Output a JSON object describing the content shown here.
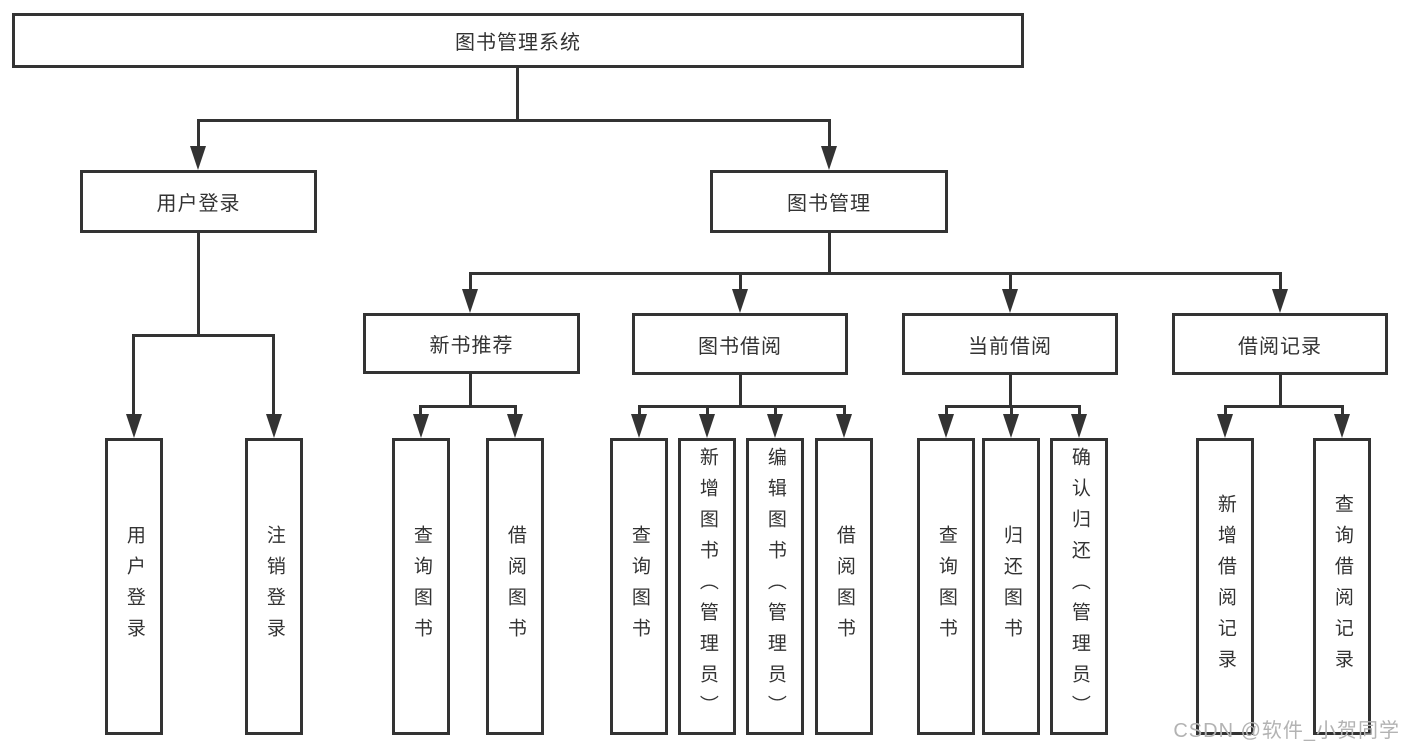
{
  "diagram": {
    "type": "hierarchy",
    "tree": {
      "root": {
        "label": "图书管理系统"
      },
      "branches": [
        {
          "label": "用户登录",
          "children": [
            "用户登录",
            "注销登录"
          ]
        },
        {
          "label": "图书管理",
          "groups": [
            {
              "label": "新书推荐",
              "children": [
                "查询图书",
                "借阅图书"
              ]
            },
            {
              "label": "图书借阅",
              "children": [
                "查询图书",
                "新增图书（管理员）",
                "编辑图书（管理员）",
                "借阅图书"
              ]
            },
            {
              "label": "当前借阅",
              "children": [
                "查询图书",
                "归还图书",
                "确认归还（管理员）"
              ]
            },
            {
              "label": "借阅记录",
              "children": [
                "新增借阅记录",
                "查询借阅记录"
              ]
            }
          ]
        }
      ]
    },
    "colors": {
      "line": "#333333",
      "box_border": "#333333",
      "box_background": "#ffffff",
      "text": "#333333",
      "watermark": "#b3b3b3"
    }
  },
  "watermark": {
    "text": "CSDN @软件_小贺同学"
  }
}
